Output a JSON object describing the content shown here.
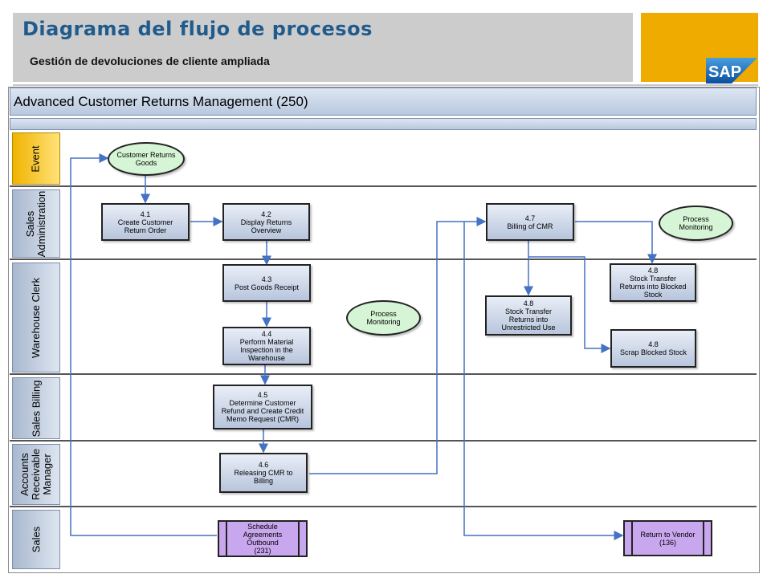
{
  "header": {
    "title": "Diagrama del flujo de procesos",
    "subtitle": "Gestión de devoluciones de cliente ampliada",
    "logo_text": "SAP"
  },
  "diagram": {
    "banner_title": "Advanced Customer Returns Management (250)",
    "lanes": [
      {
        "id": "event",
        "label": "Event"
      },
      {
        "id": "sales-admin",
        "label": "Sales\nAdministration"
      },
      {
        "id": "warehouse",
        "label": "Warehouse Clerk"
      },
      {
        "id": "billing",
        "label": "Sales Billing"
      },
      {
        "id": "ar",
        "label": "Accounts\nReceivable\nManager"
      },
      {
        "id": "sales",
        "label": "Sales"
      }
    ],
    "nodes": {
      "start": "Customer Returns\nGoods",
      "n41": "4.1\nCreate Customer\nReturn Order",
      "n42": "4.2\nDisplay Returns\nOverview",
      "n43": "4.3\nPost Goods Receipt",
      "n44": "4.4\nPerform Material\nInspection in the\nWarehouse",
      "n45": "4.5\nDetermine Customer\nRefund and Create Credit\nMemo Request (CMR)",
      "n46": "4.6\nReleasing CMR to\nBilling",
      "n47": "4.7\nBilling of CMR",
      "n48a": "4.8\nStock Transfer\nReturns into Blocked\nStock",
      "n48b": "4.8\nStock Transfer\nReturns into\nUnrestricted Use",
      "n48c": "4.8\nScrap Blocked Stock",
      "pm1": "Process\nMonitoring",
      "pm2": "Process\nMonitoring",
      "sched": "Schedule\nAgreements\nOutbound\n(231)",
      "vendor": "Return to Vendor\n(136)"
    }
  },
  "colors": {
    "title": "#1f5b8c",
    "brand": "#f0ab00",
    "sap_blue": "#0a4f9c",
    "event_lane": "#f0b400",
    "arrow": "#4472c4"
  }
}
